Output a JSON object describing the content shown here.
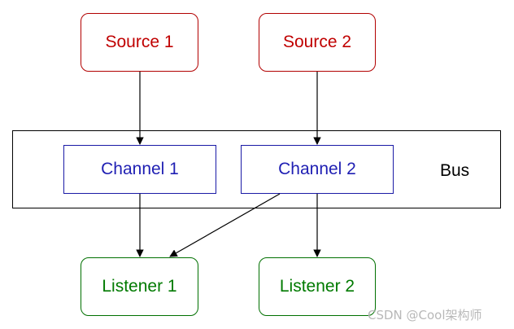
{
  "sources": [
    {
      "label": "Source 1"
    },
    {
      "label": "Source 2"
    }
  ],
  "bus": {
    "label": "Bus"
  },
  "channels": [
    {
      "label": "Channel 1"
    },
    {
      "label": "Channel 2"
    }
  ],
  "listeners": [
    {
      "label": "Listener 1"
    },
    {
      "label": "Listener 2"
    }
  ],
  "connections": [
    {
      "from": "Source 1",
      "to": "Channel 1"
    },
    {
      "from": "Source 2",
      "to": "Channel 2"
    },
    {
      "from": "Channel 1",
      "to": "Listener 1"
    },
    {
      "from": "Channel 2",
      "to": "Listener 1"
    },
    {
      "from": "Channel 2",
      "to": "Listener 2"
    }
  ],
  "colors": {
    "source": "#c00000",
    "channel": "#1f1fb3",
    "listener": "#007a00",
    "bus": "#000000"
  },
  "watermark": "CSDN @Cool架构师"
}
